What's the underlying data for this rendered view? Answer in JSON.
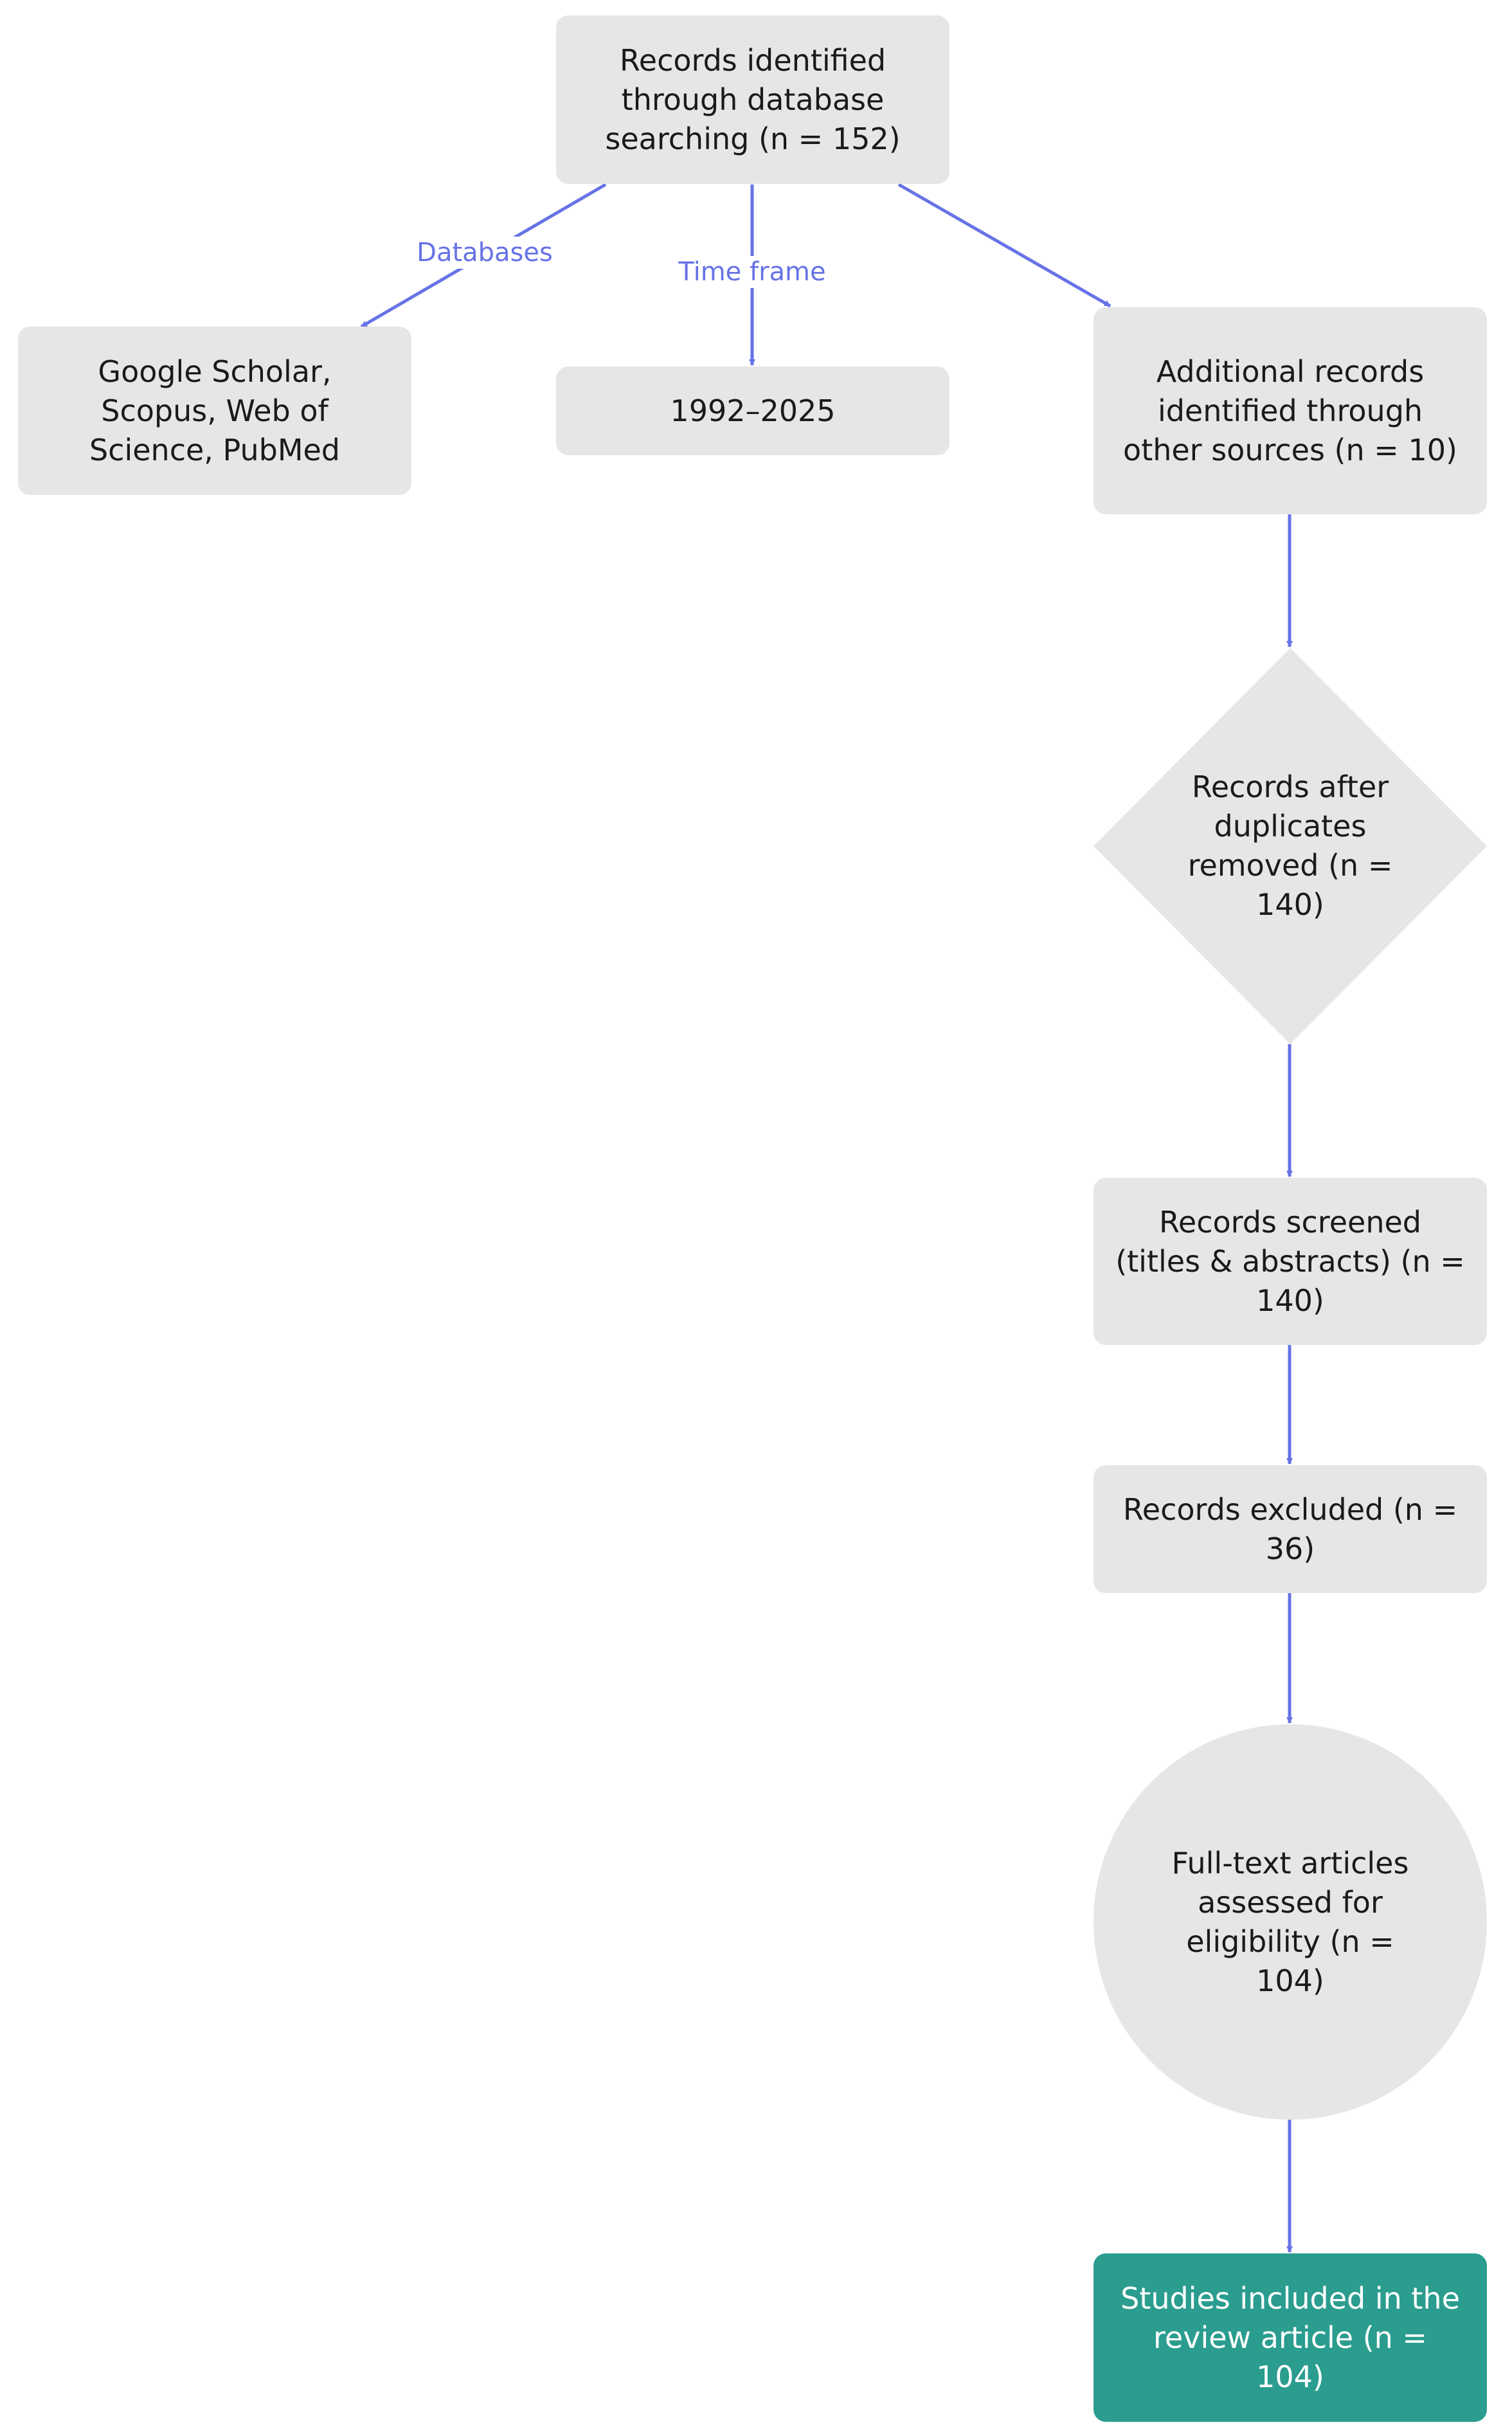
{
  "diagram": {
    "colors": {
      "node_fill": "#e6e6e6",
      "node_text": "#1a1a1a",
      "final_fill": "#2a9d8f",
      "final_text": "#ffffff",
      "edge": "#6673e6",
      "edge_label": "#6673e6"
    },
    "nodes": {
      "identified": {
        "text": "Records identified through database searching (n = 152)"
      },
      "databases": {
        "text": "Google Scholar, Scopus, Web of Science, PubMed"
      },
      "timeframe": {
        "text": "1992–2025"
      },
      "additional": {
        "text": "Additional records identified through other sources (n = 10)"
      },
      "duplicates": {
        "text": "Records after duplicates removed (n = 140)"
      },
      "screened": {
        "text": "Records screened (titles & abstracts) (n = 140)"
      },
      "excluded": {
        "text": "Records excluded (n = 36)"
      },
      "fulltext": {
        "text": "Full-text articles assessed for eligibility (n = 104)"
      },
      "included": {
        "text": "Studies included in the review article (n = 104)"
      }
    },
    "edge_labels": {
      "databases": "Databases",
      "timeframe": "Time frame"
    }
  }
}
